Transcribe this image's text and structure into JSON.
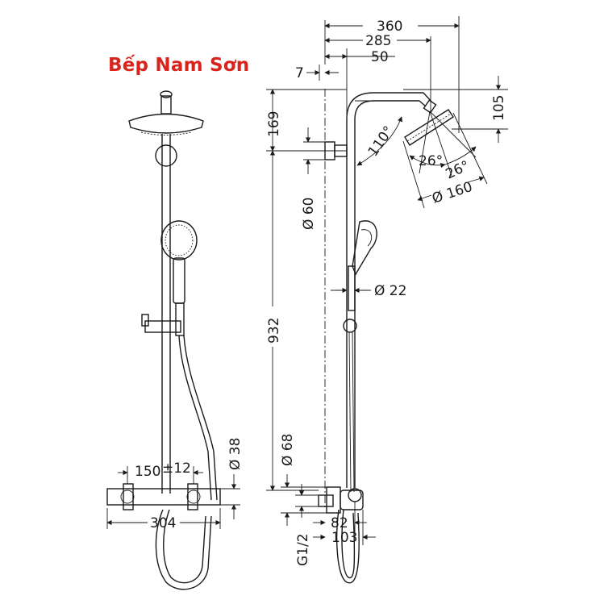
{
  "brand": {
    "text": "Bếp Nam Sơn",
    "color": "#d9231d"
  },
  "front_view": {
    "dim_spacing": "150",
    "dim_tolerance": "±12",
    "dim_width": "304",
    "dim_mixer_dia": "Ø 38"
  },
  "side_view": {
    "dim_reach_total": "360",
    "dim_reach_head": "285",
    "dim_offset": "50",
    "dim_wall": "7",
    "dim_top": "169",
    "dim_drop": "105",
    "dim_angle_arm": "110°",
    "dim_angle_a": "26°",
    "dim_angle_b": "26°",
    "dim_head_dia": "Ø 160",
    "dim_rail_dia": "Ø 22",
    "dim_holder_dia": "Ø 60",
    "dim_height": "932",
    "dim_flange_dia": "Ø 68",
    "dim_thread": "G1/2",
    "dim_depth_a": "82",
    "dim_depth_b": "103"
  }
}
